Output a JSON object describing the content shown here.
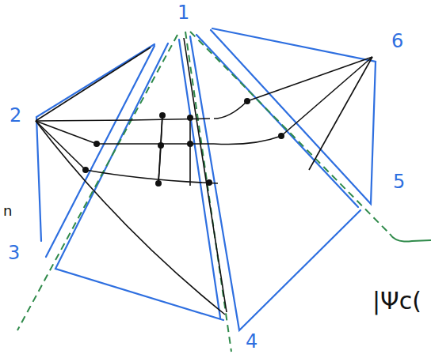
{
  "diagram": {
    "labels": [
      "1",
      "2",
      "3",
      "4",
      "5",
      "6",
      "n",
      "|Ψc("
    ]
  }
}
